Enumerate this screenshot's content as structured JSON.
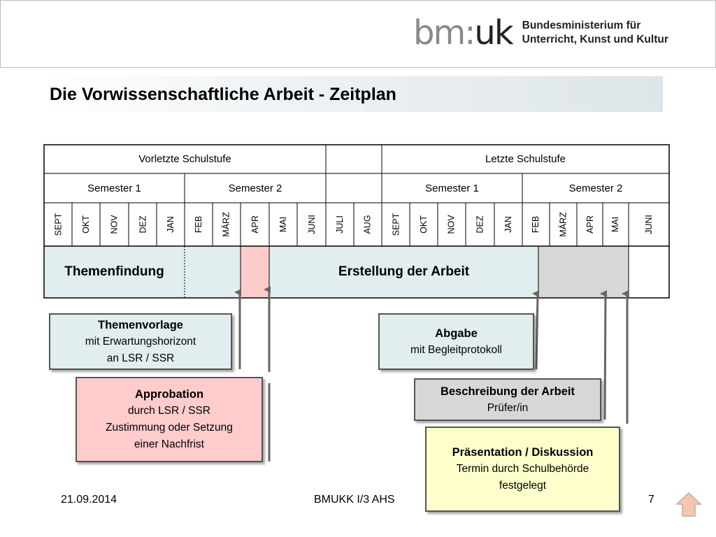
{
  "logo": {
    "mark_left": "bm:",
    "mark_right": "uk",
    "line1": "Bundesministerium für",
    "line2": "Unterricht, Kunst und Kultur"
  },
  "title": "Die Vorwissenschaftliche Arbeit - Zeitplan",
  "table": {
    "stufe1": "Vorletzte Schulstufe",
    "stufe2": "Letzte Schulstufe",
    "sem1a": "Semester 1",
    "sem2a": "Semester 2",
    "sem1b": "Semester 1",
    "sem2b": "Semester 2",
    "months": [
      "SEPT",
      "OKT",
      "NOV",
      "DEZ",
      "JAN",
      "FEB",
      "MÄRZ",
      "APR",
      "MAI",
      "JUNI",
      "JULI",
      "AUG",
      "SEPT",
      "OKT",
      "NOV",
      "DEZ",
      "JAN",
      "FEB",
      "MÄRZ",
      "APR",
      "MAI",
      "JUNI"
    ],
    "phase1": "Themenfindung",
    "phase2": "Erstellung der Arbeit"
  },
  "boxes": {
    "themenvorlage": {
      "title": "Themenvorlage",
      "line1": "mit Erwartungshorizont",
      "line2": "an LSR / SSR"
    },
    "approbation": {
      "title": "Approbation",
      "line1": "durch LSR / SSR",
      "line2": "Zustimmung oder Setzung",
      "line3": "einer Nachfrist"
    },
    "abgabe": {
      "title": "Abgabe",
      "line1": "mit Begleitprotokoll"
    },
    "beschreibung": {
      "title": "Beschreibung der Arbeit",
      "line1": "Prüfer/in"
    },
    "praesentation": {
      "title": "Präsentation / Diskussion",
      "line1": "Termin durch Schulbehörde",
      "line2": "festgelegt"
    }
  },
  "colors": {
    "themen": "#e1edee",
    "approbation": "#ffcccc",
    "beschreibung": "#d7d7d7",
    "praesentation": "#ffffcc"
  },
  "footer": {
    "date": "21.09.2014",
    "center": "BMUKK I/3 AHS",
    "page": "7"
  }
}
